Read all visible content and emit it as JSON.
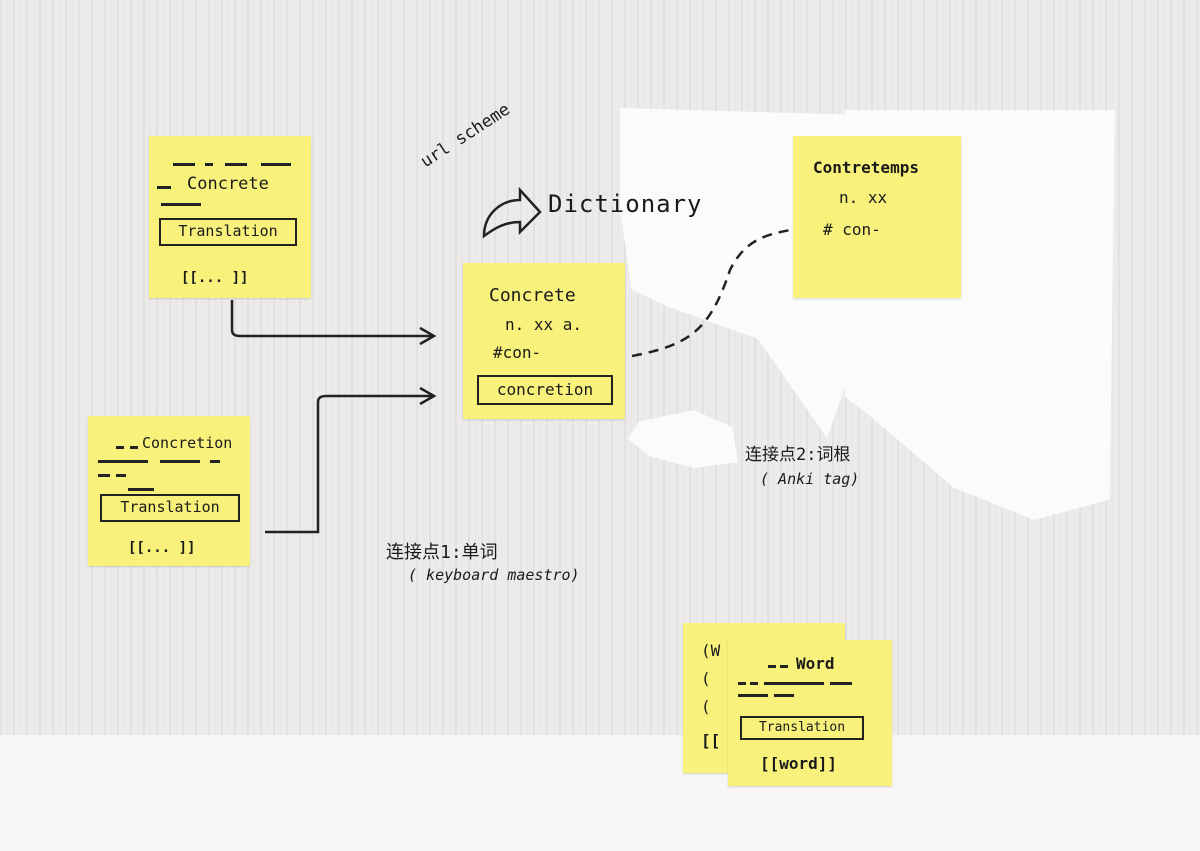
{
  "note_top_left": {
    "word": "Concrete",
    "box": "Translation",
    "link": "[[... ]]"
  },
  "note_mid_left": {
    "word": "Concretion",
    "box": "Translation",
    "link": "[[... ]]"
  },
  "note_center": {
    "word": "Concrete",
    "line2": "n. xx a.",
    "line3": "#con-",
    "box": "concretion"
  },
  "note_top_right": {
    "word": "Contretemps",
    "line2": "n. xx",
    "line3": "# con-"
  },
  "note_back": {
    "line1": "(W",
    "line2": "(",
    "line3": "(",
    "line4": "[["
  },
  "note_front": {
    "word": "Word",
    "box": "Translation",
    "link": "[[word]]"
  },
  "labels": {
    "url_scheme": "url scheme",
    "dictionary": "Dictionary",
    "connector1": "连接点1:单词",
    "connector1_sub": "( keyboard maestro)",
    "connector2": "连接点2:词根",
    "connector2_sub": "( Anki tag)"
  }
}
